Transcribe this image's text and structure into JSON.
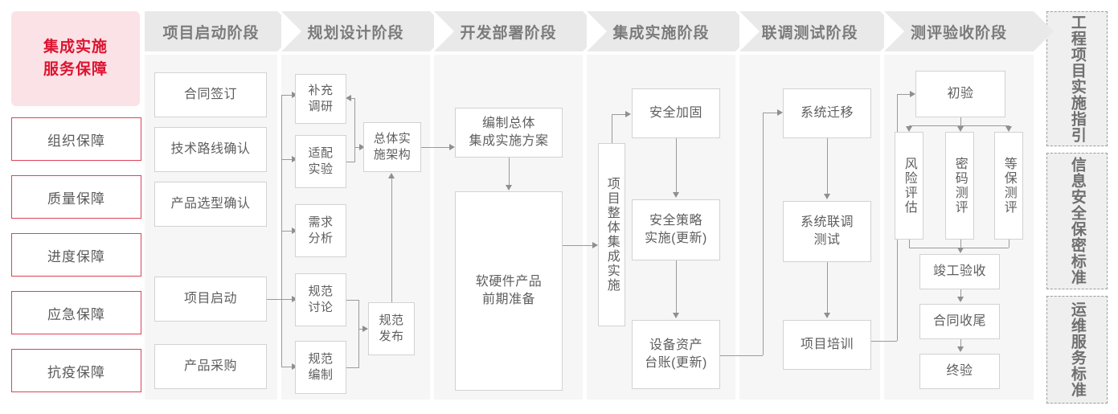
{
  "hero": {
    "line1": "集成实施",
    "line2": "服务保障",
    "accent": "#dc1430",
    "bg": "#fbe2e7"
  },
  "guarantees": [
    {
      "label": "组织保障"
    },
    {
      "label": "质量保障"
    },
    {
      "label": "进度保障"
    },
    {
      "label": "应急保障"
    },
    {
      "label": "抗疫保障"
    }
  ],
  "phases": [
    {
      "title": "项目启动阶段"
    },
    {
      "title": "规划设计阶段"
    },
    {
      "title": "开发部署阶段"
    },
    {
      "title": "集成实施阶段"
    },
    {
      "title": "联调测试阶段"
    },
    {
      "title": "测评验收阶段"
    }
  ],
  "nodes": {
    "p1_1": "合同签订",
    "p1_2": "技术路线确认",
    "p1_3": "产品选型确认",
    "p1_4": "项目启动",
    "p1_5": "产品采购",
    "p2_1": "补充\n调研",
    "p2_2": "适配\n实验",
    "p2_3": "需求\n分析",
    "p2_4": "规范\n讨论",
    "p2_5": "规范\n编制",
    "p2_arch": "总体实\n施架构",
    "p2_pub": "规范\n发布",
    "p3_1": "编制总体\n集成实施方案",
    "p3_2": "软硬件产品\n前期准备",
    "p4_bus": "项目整体集成实施",
    "p4_1": "安全加固",
    "p4_2": "安全策略\n实施(更新)",
    "p4_3": "设备资产\n台账(更新)",
    "p5_1": "系统迁移",
    "p5_2": "系统联调\n测试",
    "p5_3": "项目培训",
    "p6_1": "初验",
    "p6_2": "风险评估",
    "p6_3": "密码测评",
    "p6_4": "等保测评",
    "p6_5": "竣工验收",
    "p6_6": "合同收尾",
    "p6_7": "终验"
  },
  "standards": [
    {
      "label": "工程项目实施指引"
    },
    {
      "label": "信息安全保密标准"
    },
    {
      "label": "运维服务标准"
    }
  ]
}
